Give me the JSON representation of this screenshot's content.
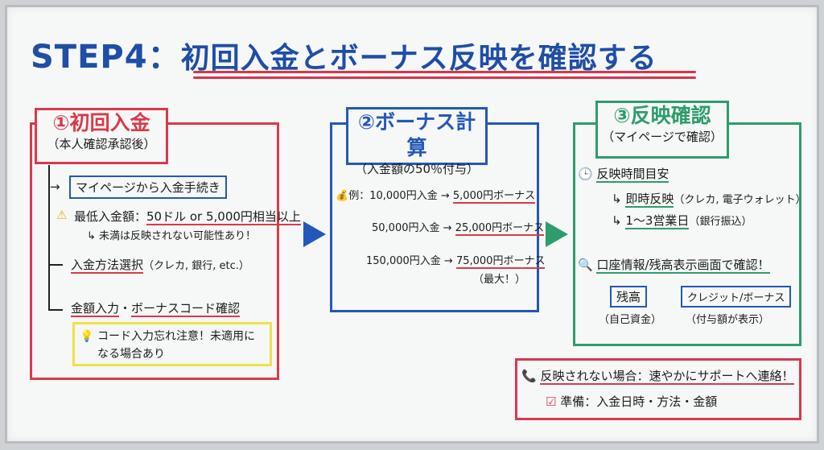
{
  "title": {
    "step": "STEP4：",
    "text": "初回入金とボーナス反映を確認する"
  },
  "step1": {
    "title": "①初回入金",
    "subtitle": "（本人確認承認後）",
    "item1": "マイページから入金手続き",
    "min_label": "最低入金額：",
    "min_value": "50ドル or 5,000円相当以上",
    "min_note": "未満は反映されない可能性あり！",
    "item2": "入金方法選択",
    "item2_note": "（クレカ, 銀行, etc.）",
    "item3a": "金額入力",
    "item3_sep": "・",
    "item3b": "ボーナスコード確認",
    "tip": "コード入力忘れ注意！未適用になる場合あり"
  },
  "step2": {
    "title": "②ボーナス計算",
    "subtitle": "（入金額の50％付与）",
    "example_label": "例：",
    "rows": [
      {
        "deposit": "10,000円入金",
        "bonus": "5,000円ボーナス"
      },
      {
        "deposit": "50,000円入金",
        "bonus": "25,000円ボーナス"
      },
      {
        "deposit": "150,000円入金",
        "bonus": "75,000円ボーナス"
      }
    ],
    "max_note": "（最大！）",
    "arrow": "→"
  },
  "step3": {
    "title": "③反映確認",
    "subtitle": "（マイページで確認）",
    "time_label": "反映時間目安",
    "instant": "即時反映",
    "instant_note": "（クレカ, 電子ウォレット）",
    "days": "1〜3営業日",
    "days_note": "（銀行振込）",
    "check": "口座情報/残高表示画面で確認！",
    "balance": "残高",
    "balance_note": "（自己資金）",
    "credit": "クレジット/ボーナス",
    "credit_note": "（付与額が表示）"
  },
  "support": {
    "label": "反映されない場合：",
    "action": "速やかにサポートへ連絡！",
    "prep": "準備：入金日時・方法・金額"
  },
  "colors": {
    "red": "#d83a4a",
    "blue": "#2458b8",
    "green": "#2e9c6c",
    "yellow": "#efe14a"
  }
}
